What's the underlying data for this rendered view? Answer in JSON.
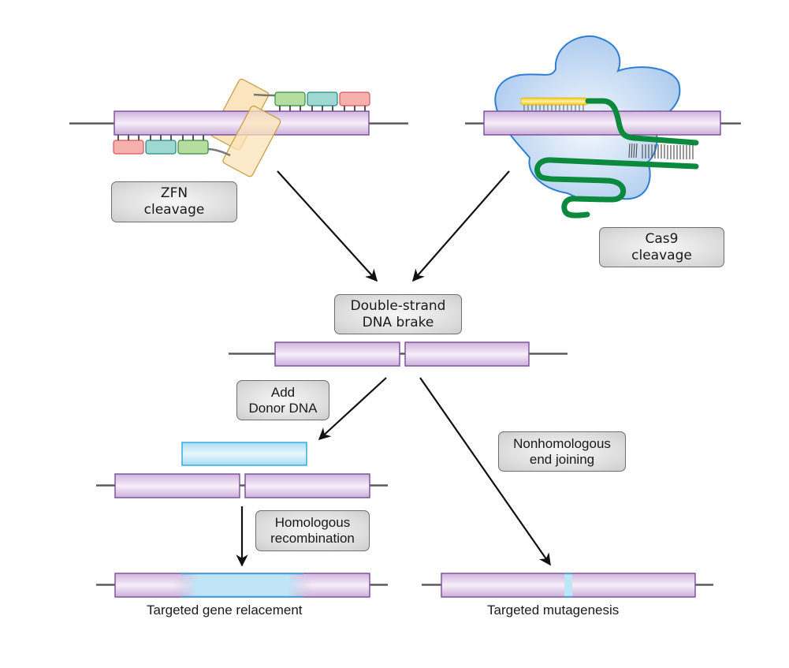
{
  "title": "Genome editing by ZFN and Cas9 cleavage",
  "labels": {
    "zfn": [
      "ZFN",
      "cleavage"
    ],
    "cas9": [
      "Cas9",
      "cleavage"
    ],
    "dsb": [
      "Double-strand",
      "DNA brake"
    ],
    "donor": [
      "Add",
      "Donor DNA"
    ],
    "nhej": [
      "Nonhomologous",
      "end joining"
    ],
    "hr": [
      "Homologous",
      "recombination"
    ]
  },
  "captions": {
    "gene_replacement": "Targeted gene relacement",
    "mutagenesis": "Targeted mutagenesis"
  },
  "colors": {
    "dna_fill": "#dcc6e6",
    "dna_border": "#7a4a9a",
    "donor_fill": "#bfe6f7",
    "donor_border": "#2aa8dc",
    "zf_red": "#f2a3a3",
    "zf_teal": "#9ed8d0",
    "zf_green": "#b7dca0",
    "nuclease": "#fbe3b8",
    "cas9_cloud": "#bcd6f1",
    "cas9_border": "#2f7fd0",
    "guide_rna": "#0b8a3e",
    "target_seq": "#f6c91d",
    "arrow": "#111111"
  }
}
